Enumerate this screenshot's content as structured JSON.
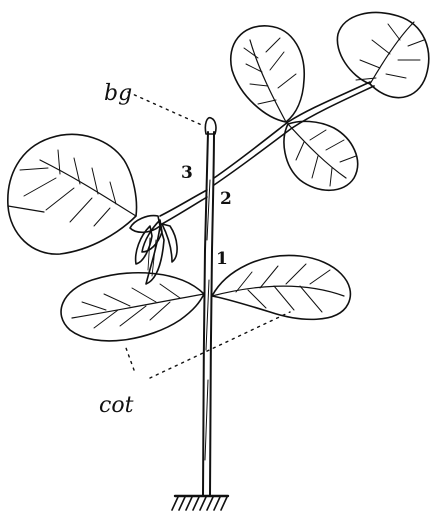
{
  "labels": {
    "bud": "bg",
    "cotyledons": "cot",
    "node_1": "1",
    "node_2": "2",
    "node_3": "3"
  },
  "colors": {
    "ink": "#111111",
    "paper": "#ffffff"
  }
}
